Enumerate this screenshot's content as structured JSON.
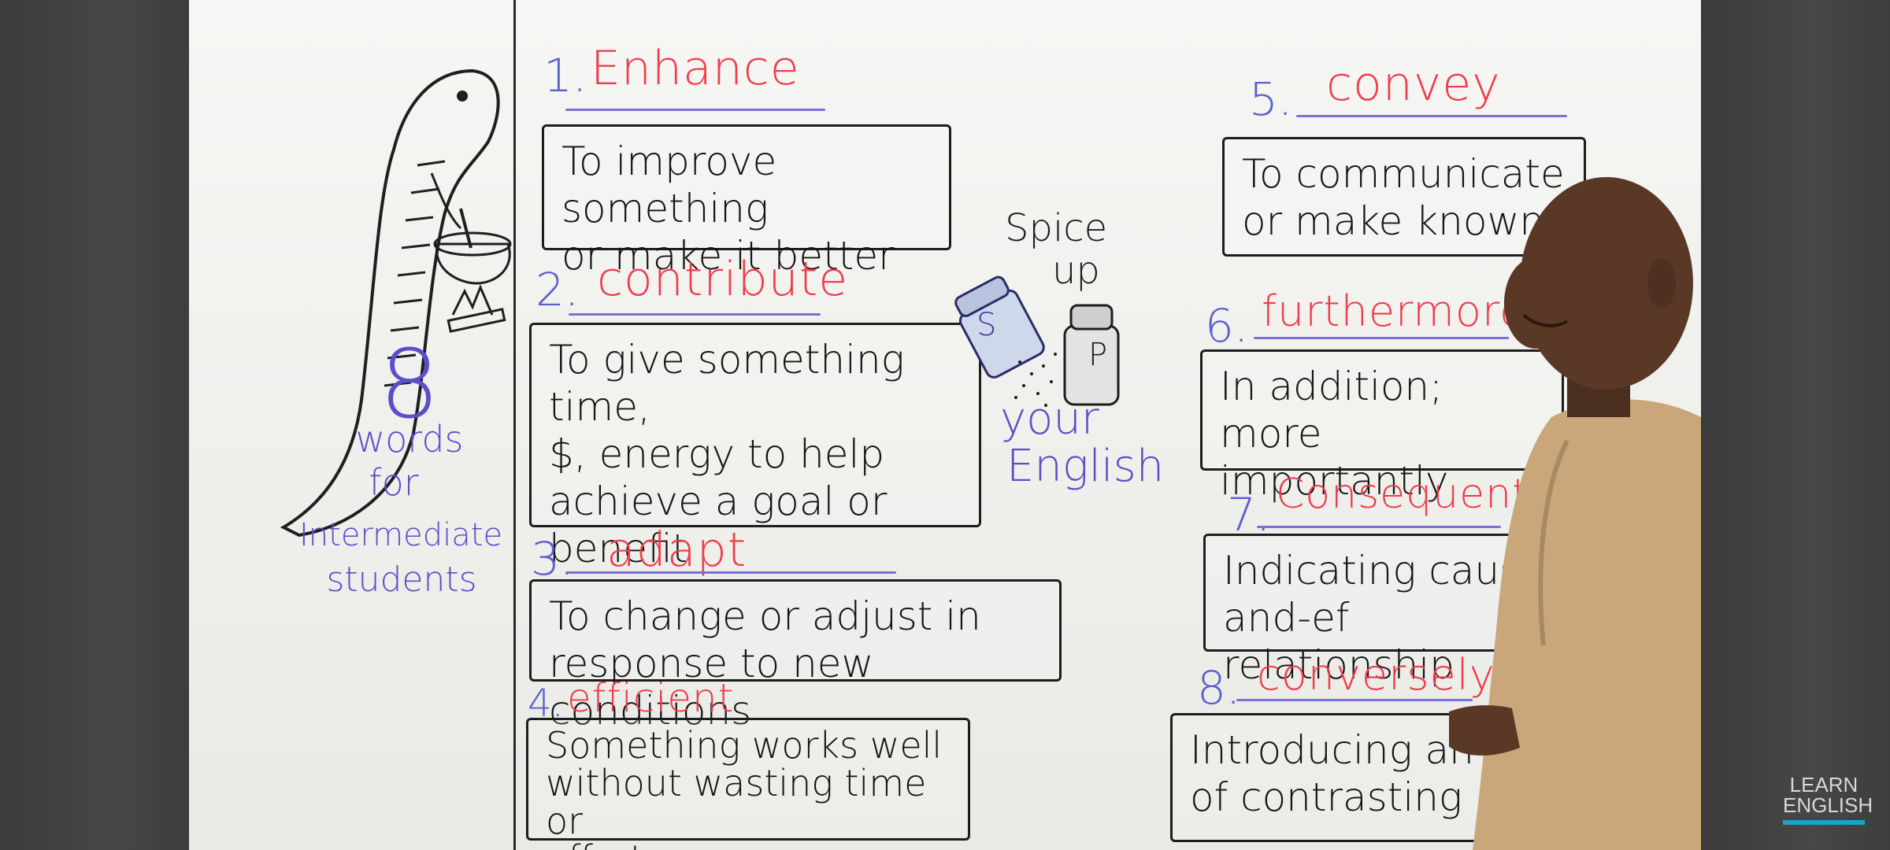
{
  "sidebar": {
    "count": "8",
    "caption_line1": "words",
    "caption_line2": "for",
    "caption_line3": "Intermediate",
    "caption_line4": "students"
  },
  "center": {
    "spice": "Spice",
    "up": "up",
    "your": "your",
    "english": "English",
    "salt_label": "S",
    "pepper_label": "P"
  },
  "words": [
    {
      "number": "1.",
      "word": "Enhance",
      "definition": "To improve something\nor make it better"
    },
    {
      "number": "2.",
      "word": "contribute",
      "definition": "To give something time,\n$, energy to help\nachieve a goal or\nbenefit"
    },
    {
      "number": "3.",
      "word": "adapt",
      "definition": "To change or adjust in\nresponse to new conditions"
    },
    {
      "number": "4.",
      "word": "efficient",
      "definition": "Something works well\nwithout wasting time or\neffort"
    },
    {
      "number": "5.",
      "word": "convey",
      "definition": "To communicate\nor make known"
    },
    {
      "number": "6.",
      "word": "furthermore",
      "definition": "In addition; more\nimportantly"
    },
    {
      "number": "7.",
      "word": "Consequently",
      "definition": "Indicating cause-and-ef\nrelationship"
    },
    {
      "number": "8.",
      "word": "conversely",
      "definition": "Introducing an\nof contrasting"
    }
  ],
  "logo": {
    "line1": "LEARN",
    "line2": "ENGLISH"
  },
  "colors": {
    "word_red": "#ef3d4a",
    "number_blue": "#5a5fd0",
    "caption_purple": "#5a4fc8",
    "logo_bar": "#1aa3c8"
  }
}
